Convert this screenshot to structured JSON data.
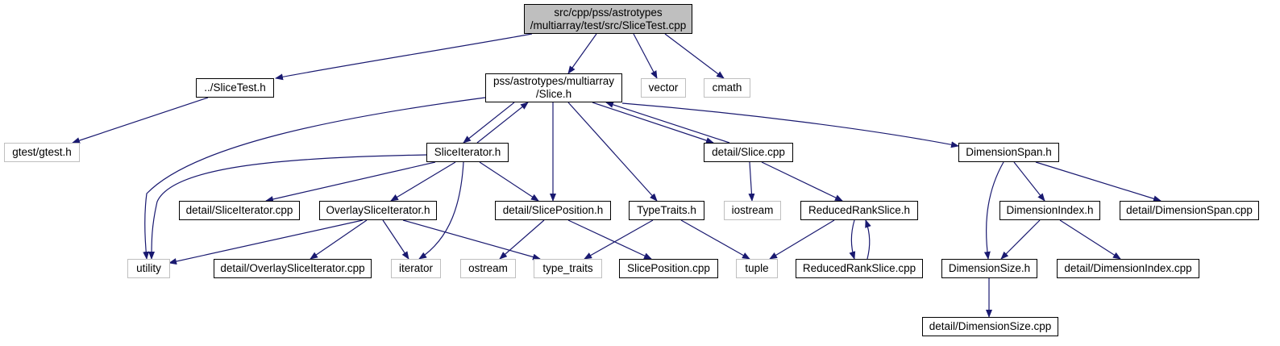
{
  "graph": {
    "edge_color": "#191970",
    "root_fill": "#bfbfbf",
    "external_border": "#bfbfbf",
    "nodes": {
      "root": {
        "line1": "src/cpp/pss/astrotypes",
        "line2": "/multiarray/test/src/SliceTest.cpp"
      },
      "slicetest_h": {
        "label": "../SliceTest.h"
      },
      "slice_h": {
        "line1": "pss/astrotypes/multiarray",
        "line2": "/Slice.h"
      },
      "vector": {
        "label": "vector"
      },
      "cmath": {
        "label": "cmath"
      },
      "gtest": {
        "label": "gtest/gtest.h"
      },
      "sliceiterator_h": {
        "label": "SliceIterator.h"
      },
      "detail_slice_cpp": {
        "label": "detail/Slice.cpp"
      },
      "dimensionspan_h": {
        "label": "DimensionSpan.h"
      },
      "detail_sliceiterator_cpp": {
        "label": "detail/SliceIterator.cpp"
      },
      "overlaysliceiterator_h": {
        "label": "OverlaySliceIterator.h"
      },
      "detail_sliceposition_h": {
        "label": "detail/SlicePosition.h"
      },
      "typetraits_h": {
        "label": "TypeTraits.h"
      },
      "iostream": {
        "label": "iostream"
      },
      "reducedrankslice_h": {
        "label": "ReducedRankSlice.h"
      },
      "dimensionindex_h": {
        "label": "DimensionIndex.h"
      },
      "detail_dimensionspan_cpp": {
        "label": "detail/DimensionSpan.cpp"
      },
      "utility": {
        "label": "utility"
      },
      "detail_overlaysliceiterator_cpp": {
        "label": "detail/OverlaySliceIterator.cpp"
      },
      "iterator": {
        "label": "iterator"
      },
      "ostream": {
        "label": "ostream"
      },
      "type_traits": {
        "label": "type_traits"
      },
      "sliceposition_cpp": {
        "label": "SlicePosition.cpp"
      },
      "tuple": {
        "label": "tuple"
      },
      "reducedrankslice_cpp": {
        "label": "ReducedRankSlice.cpp"
      },
      "dimensionsize_h": {
        "label": "DimensionSize.h"
      },
      "detail_dimensionindex_cpp": {
        "label": "detail/DimensionIndex.cpp"
      },
      "detail_dimensionsize_cpp": {
        "label": "detail/DimensionSize.cpp"
      }
    },
    "edges": [
      [
        "root",
        "slicetest_h"
      ],
      [
        "root",
        "slice_h"
      ],
      [
        "root",
        "vector"
      ],
      [
        "root",
        "cmath"
      ],
      [
        "slicetest_h",
        "gtest"
      ],
      [
        "slice_h",
        "sliceiterator_h"
      ],
      [
        "slice_h",
        "detail_slice_cpp"
      ],
      [
        "slice_h",
        "dimensionspan_h"
      ],
      [
        "slice_h",
        "utility"
      ],
      [
        "slice_h",
        "detail_sliceposition_h"
      ],
      [
        "slice_h",
        "typetraits_h"
      ],
      [
        "sliceiterator_h",
        "slice_h"
      ],
      [
        "sliceiterator_h",
        "utility"
      ],
      [
        "sliceiterator_h",
        "detail_sliceiterator_cpp"
      ],
      [
        "sliceiterator_h",
        "overlaysliceiterator_h"
      ],
      [
        "sliceiterator_h",
        "iterator"
      ],
      [
        "sliceiterator_h",
        "detail_sliceposition_h"
      ],
      [
        "overlaysliceiterator_h",
        "utility"
      ],
      [
        "overlaysliceiterator_h",
        "detail_overlaysliceiterator_cpp"
      ],
      [
        "overlaysliceiterator_h",
        "iterator"
      ],
      [
        "overlaysliceiterator_h",
        "type_traits"
      ],
      [
        "detail_sliceposition_h",
        "ostream"
      ],
      [
        "detail_sliceposition_h",
        "sliceposition_cpp"
      ],
      [
        "typetraits_h",
        "type_traits"
      ],
      [
        "typetraits_h",
        "tuple"
      ],
      [
        "detail_slice_cpp",
        "slice_h"
      ],
      [
        "detail_slice_cpp",
        "iostream"
      ],
      [
        "detail_slice_cpp",
        "reducedrankslice_h"
      ],
      [
        "reducedrankslice_h",
        "tuple"
      ],
      [
        "reducedrankslice_h",
        "reducedrankslice_cpp"
      ],
      [
        "reducedrankslice_cpp",
        "reducedrankslice_h"
      ],
      [
        "dimensionspan_h",
        "dimensionsize_h"
      ],
      [
        "dimensionspan_h",
        "dimensionindex_h"
      ],
      [
        "dimensionspan_h",
        "detail_dimensionspan_cpp"
      ],
      [
        "dimensionindex_h",
        "dimensionsize_h"
      ],
      [
        "dimensionindex_h",
        "detail_dimensionindex_cpp"
      ],
      [
        "dimensionsize_h",
        "detail_dimensionsize_cpp"
      ]
    ]
  }
}
